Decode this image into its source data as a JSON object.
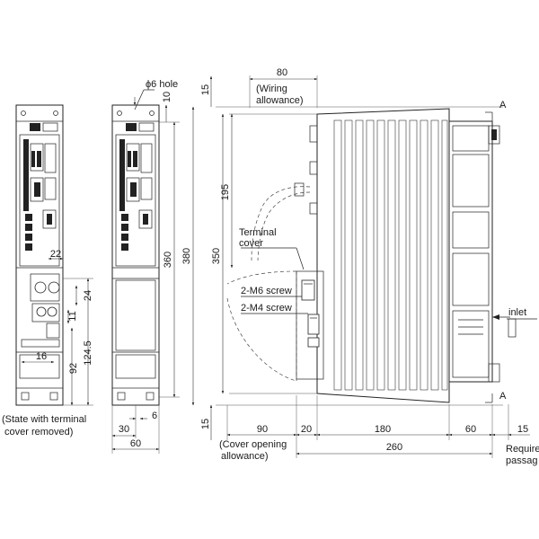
{
  "colors": {
    "line": "#222222",
    "background": "#ffffff"
  },
  "dims": {
    "d_15_top": "15",
    "d_80": "80",
    "wiring_line1": "(Wiring",
    "wiring_line2": "allowance)",
    "hole": "ϕ6 hole",
    "d_10": "10",
    "label_A_top": "A",
    "label_A_bottom": "A",
    "d_195": "195",
    "d_380": "380",
    "d_350": "350",
    "d_360": "360",
    "terminal_line1": "Terminal",
    "terminal_line2": "cover",
    "m6": "2-M6 screw",
    "m4": "2-M4 screw",
    "inlet": "inlet",
    "d_22": "22",
    "d_24": "24",
    "d_11": "11",
    "d_16": "16",
    "d_124_5": "124.5",
    "d_92": "92",
    "state_line1": "(State with terminal",
    "state_line2": "cover removed)",
    "d_6": "6",
    "d_30": "30",
    "d_60_front": "60",
    "d_15_side": "15",
    "d_90": "90",
    "d_20": "20",
    "d_180": "180",
    "d_60_side": "60",
    "d_15_right": "15",
    "d_260": "260",
    "cover_line1": "(Cover opening",
    "cover_line2": "allowance)",
    "required_line1": "Require",
    "required_line2": "passag"
  }
}
